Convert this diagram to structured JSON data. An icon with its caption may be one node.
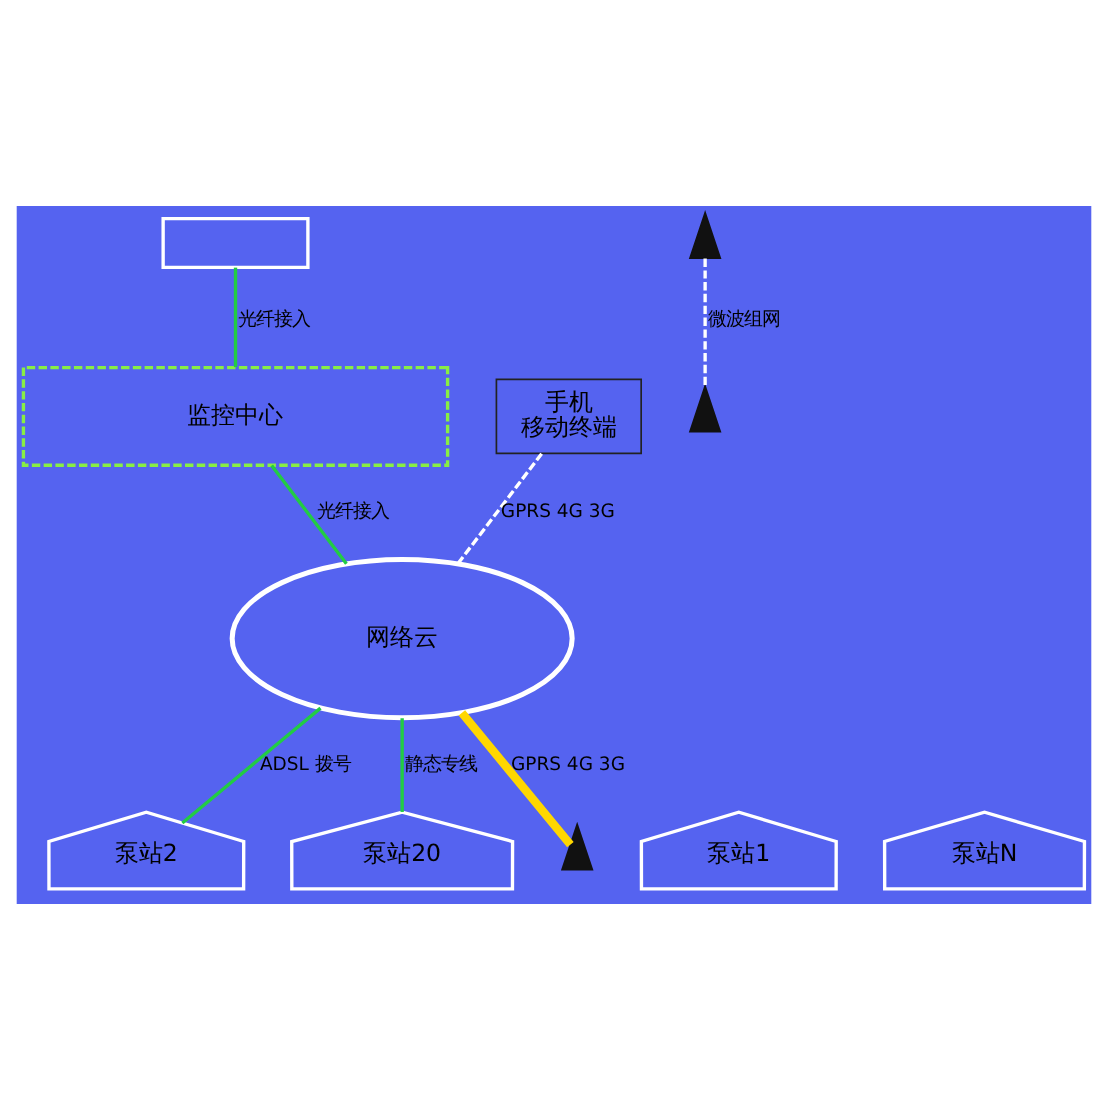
{
  "diagram": {
    "nodes": [
      {
        "text": [],
        "shape": "box"
      },
      {
        "text": [
          "监控中心"
        ]
      },
      {
        "text": [],
        "shape": "tower"
      },
      {
        "text": [
          "手机",
          "移动终端"
        ]
      },
      {
        "text": [
          "网络云"
        ]
      },
      {
        "text": [
          "泵站1"
        ]
      },
      {
        "text": [
          "泵站2"
        ]
      },
      {
        "text": [
          "泵站20"
        ]
      },
      {
        "text": [
          "泵站N"
        ]
      },
      {
        "text": [],
        "shape": "tower"
      },
      {
        "text": [],
        "shape": "tower"
      }
    ],
    "edges": [
      {
        "from": 0,
        "to": 1,
        "arrow": "none",
        "label": "光纤接入",
        "color": "#22cc44"
      },
      {
        "from": 1,
        "to": 4,
        "arrow": "none",
        "label": "光纤接入",
        "color": "#22cc44"
      },
      {
        "from": 3,
        "to": 4,
        "arrow": "none",
        "label": "GPRS 4G 3G",
        "style": "dashed",
        "color": "#ffffff"
      },
      {
        "from": 2,
        "to": 10,
        "arrow": "none",
        "label": "微波组网",
        "style": "dashed",
        "color": "#ffffff"
      },
      {
        "from": 4,
        "to": 9,
        "arrow": "none",
        "label": "GPRS 4G 3G",
        "style": "thick",
        "color": "#ffd700"
      },
      {
        "from": 4,
        "to": 6,
        "arrow": "none",
        "label": "ADSL 拨号",
        "color": "#22cc44"
      },
      {
        "from": 4,
        "to": 7,
        "arrow": "none",
        "label": "静态专线",
        "color": "#22cc44"
      }
    ]
  }
}
